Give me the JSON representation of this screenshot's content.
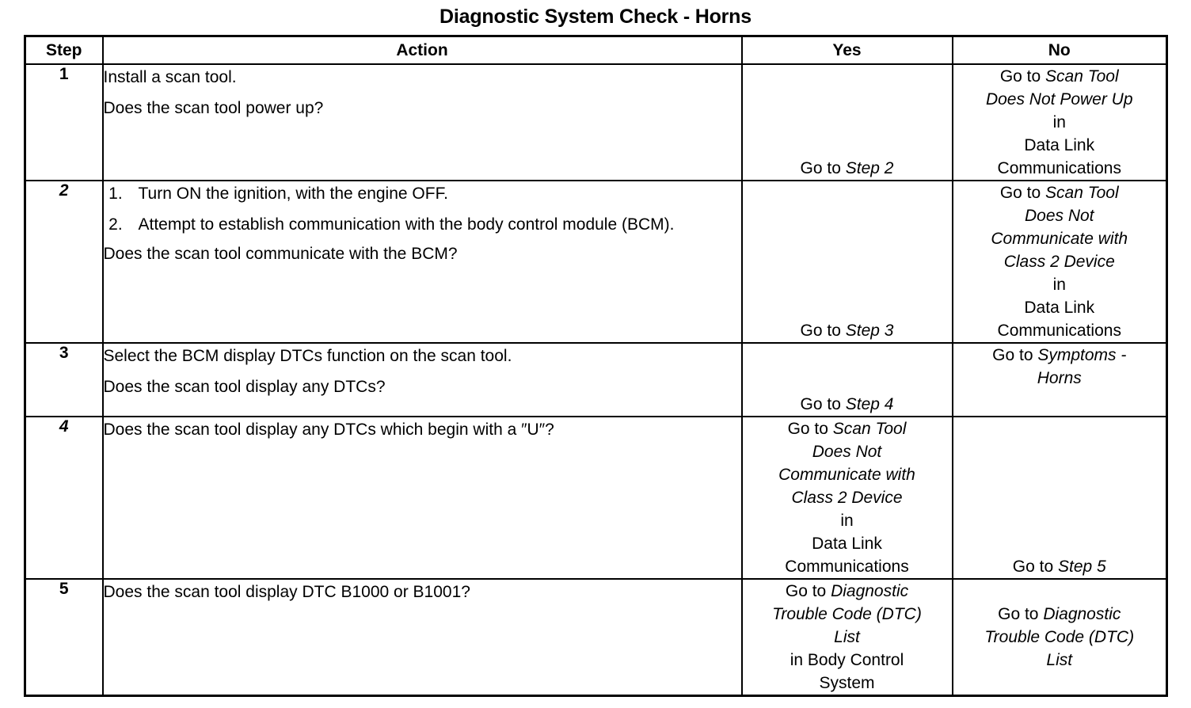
{
  "document": {
    "title": "Diagnostic System Check - Horns"
  },
  "table": {
    "headers": {
      "step": "Step",
      "action": "Action",
      "yes": "Yes",
      "no": "No"
    },
    "rows": [
      {
        "step": "1",
        "step_italic": false,
        "action": {
          "lines": [
            "Install a scan tool.",
            "Does the scan tool power up?"
          ],
          "list": []
        },
        "yes": {
          "align": "bottom",
          "segments": [
            {
              "text": "Go to ",
              "style": "roman"
            },
            {
              "text": "Step 2",
              "style": "italic"
            }
          ]
        },
        "no": {
          "align": "bottom",
          "segments": [
            {
              "text": "Go to ",
              "style": "roman"
            },
            {
              "text": "Scan Tool",
              "style": "italic"
            },
            {
              "text": "\n",
              "style": "break"
            },
            {
              "text": "Does Not Power Up",
              "style": "italic"
            },
            {
              "text": "\n",
              "style": "break"
            },
            {
              "text": "in",
              "style": "roman"
            },
            {
              "text": "\n",
              "style": "break"
            },
            {
              "text": "Data Link",
              "style": "roman"
            },
            {
              "text": "\n",
              "style": "break"
            },
            {
              "text": "Communications",
              "style": "roman"
            }
          ]
        }
      },
      {
        "step": "2",
        "step_italic": true,
        "action": {
          "lines": [],
          "list": [
            "Turn ON the ignition, with the engine OFF.",
            "Attempt to establish communication with the body control module (BCM)."
          ],
          "after_list": "Does the scan tool communicate with the BCM?"
        },
        "yes": {
          "align": "bottom",
          "segments": [
            {
              "text": "Go to ",
              "style": "roman"
            },
            {
              "text": "Step 3",
              "style": "italic"
            }
          ]
        },
        "no": {
          "align": "bottom",
          "segments": [
            {
              "text": "Go to ",
              "style": "roman"
            },
            {
              "text": "Scan Tool",
              "style": "italic"
            },
            {
              "text": "\n",
              "style": "break"
            },
            {
              "text": "Does Not",
              "style": "italic"
            },
            {
              "text": "\n",
              "style": "break"
            },
            {
              "text": "Communicate with",
              "style": "italic"
            },
            {
              "text": "\n",
              "style": "break"
            },
            {
              "text": "Class 2 Device",
              "style": "italic"
            },
            {
              "text": "\n",
              "style": "break"
            },
            {
              "text": "in",
              "style": "roman"
            },
            {
              "text": "\n",
              "style": "break"
            },
            {
              "text": "Data Link",
              "style": "roman"
            },
            {
              "text": "\n",
              "style": "break"
            },
            {
              "text": "Communications",
              "style": "roman"
            }
          ]
        }
      },
      {
        "step": "3",
        "step_italic": false,
        "action": {
          "lines": [
            "Select the BCM display DTCs function on the scan tool.",
            "Does the scan tool display any DTCs?"
          ],
          "list": []
        },
        "yes": {
          "align": "bottom",
          "segments": [
            {
              "text": "Go to ",
              "style": "roman"
            },
            {
              "text": "Step 4",
              "style": "italic"
            }
          ]
        },
        "no": {
          "align": "top",
          "segments": [
            {
              "text": "Go to ",
              "style": "roman"
            },
            {
              "text": "Symptoms -",
              "style": "italic"
            },
            {
              "text": "\n",
              "style": "break"
            },
            {
              "text": "Horns",
              "style": "italic"
            }
          ]
        }
      },
      {
        "step": "4",
        "step_italic": true,
        "action": {
          "lines": [
            "Does the scan tool display any DTCs which begin with a ″U″?"
          ],
          "list": []
        },
        "yes": {
          "align": "top",
          "segments": [
            {
              "text": "Go to ",
              "style": "roman"
            },
            {
              "text": "Scan Tool",
              "style": "italic"
            },
            {
              "text": "\n",
              "style": "break"
            },
            {
              "text": "Does Not",
              "style": "italic"
            },
            {
              "text": "\n",
              "style": "break"
            },
            {
              "text": "Communicate with",
              "style": "italic"
            },
            {
              "text": "\n",
              "style": "break"
            },
            {
              "text": "Class 2 Device",
              "style": "italic"
            },
            {
              "text": "\n",
              "style": "break"
            },
            {
              "text": "in",
              "style": "roman"
            },
            {
              "text": "\n",
              "style": "break"
            },
            {
              "text": "Data Link",
              "style": "roman"
            },
            {
              "text": "\n",
              "style": "break"
            },
            {
              "text": "Communications",
              "style": "roman"
            }
          ]
        },
        "no": {
          "align": "bottom",
          "segments": [
            {
              "text": "Go to ",
              "style": "roman"
            },
            {
              "text": "Step 5",
              "style": "italic"
            }
          ]
        }
      },
      {
        "step": "5",
        "step_italic": false,
        "action": {
          "lines": [
            "Does the scan tool display DTC B1000 or B1001?"
          ],
          "list": []
        },
        "yes": {
          "align": "top",
          "segments": [
            {
              "text": "Go to ",
              "style": "roman"
            },
            {
              "text": "Diagnostic",
              "style": "italic"
            },
            {
              "text": "\n",
              "style": "break"
            },
            {
              "text": "Trouble Code (DTC)",
              "style": "italic"
            },
            {
              "text": "\n",
              "style": "break"
            },
            {
              "text": "List",
              "style": "italic"
            },
            {
              "text": "\n",
              "style": "break"
            },
            {
              "text": "in Body Control",
              "style": "roman"
            },
            {
              "text": "\n",
              "style": "break"
            },
            {
              "text": "System",
              "style": "roman"
            }
          ]
        },
        "no": {
          "align": "middle",
          "segments": [
            {
              "text": "Go to ",
              "style": "roman"
            },
            {
              "text": "Diagnostic",
              "style": "italic"
            },
            {
              "text": "\n",
              "style": "break"
            },
            {
              "text": "Trouble Code (DTC)",
              "style": "italic"
            },
            {
              "text": "\n",
              "style": "break"
            },
            {
              "text": "List",
              "style": "italic"
            }
          ]
        }
      }
    ]
  }
}
